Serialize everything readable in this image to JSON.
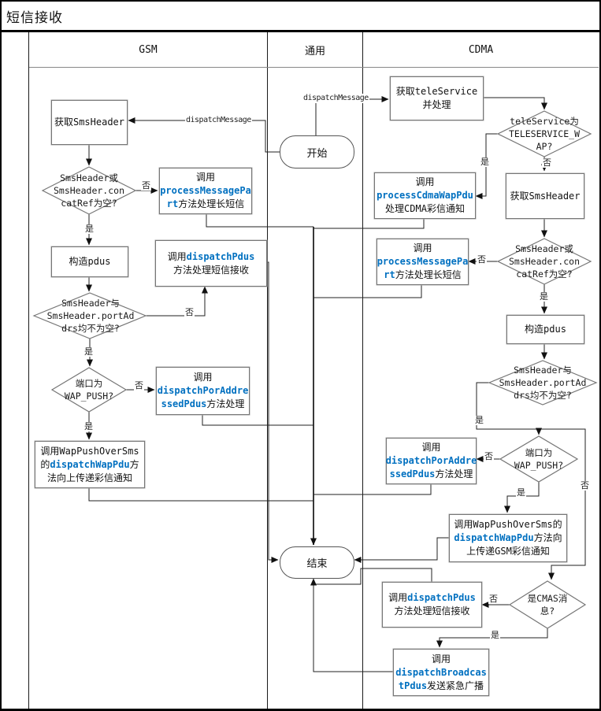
{
  "title": "短信接收",
  "lanes": {
    "gsm": "GSM",
    "common": "通用",
    "cdma": "CDMA"
  },
  "labels": {
    "yes": "是",
    "no": "否",
    "dispatch_message": "dispatchMessage"
  },
  "colors": {
    "code_blue": "#0070C0",
    "shape_border": "#767676",
    "connector": "#1a1a1a"
  },
  "nodes": {
    "start": "开始",
    "end": "结束",
    "gsm": {
      "get_sms_header": "获取SmsHeader",
      "concat_decision": {
        "l1": "SmsHeader或",
        "l2": "SmsHeader.con",
        "l3": "catRef为空?"
      },
      "process_message_part": {
        "l1": "调用",
        "l2_code": "processMessagePa",
        "l3_code": "rt",
        "l3": "方法处理长短信"
      },
      "build_pdus": "构造pdus",
      "dispatch_pdus": {
        "l1_pre": "调用",
        "l1_code": "dispatchPdus",
        "l2": "方法处理短信接收"
      },
      "port_decision": {
        "l1": "SmsHeader与",
        "l2": "SmsHeader.portAd",
        "l3": "drs均不为空?"
      },
      "wap_decision": {
        "l1": "端口为",
        "l2": "WAP_PUSH?"
      },
      "dispatch_por_addressed": {
        "l1": "调用",
        "l2_code": "dispatchPorAddre",
        "l3_code": "ssedPdus",
        "l3": "方法处理"
      },
      "wap_push_over_sms": {
        "l1": "调用WapPushOverSms",
        "l2_pre": "的",
        "l2_code": "dispatchWapPdu",
        "l2_post": "方",
        "l3": "法向上传递彩信通知"
      }
    },
    "cdma": {
      "get_tele_service": {
        "l1": "获取teleService",
        "l2": "并处理"
      },
      "tele_decision": {
        "l1": "teleService为",
        "l2": "TELESERVICE_W",
        "l3": "AP?"
      },
      "process_cdma_wap": {
        "l1": "调用",
        "l2_code": "processCdmaWapPdu",
        "l3": "处理CDMA彩信通知"
      },
      "get_sms_header": "获取SmsHeader",
      "concat_decision": {
        "l1": "SmsHeader或",
        "l2": "SmsHeader.con",
        "l3": "catRef为空?"
      },
      "process_message_part": {
        "l1": "调用",
        "l2_code": "processMessagePa",
        "l3_code": "rt",
        "l3": "方法处理长短信"
      },
      "build_pdus": "构造pdus",
      "port_decision": {
        "l1": "SmsHeader与",
        "l2": "SmsHeader.portAd",
        "l3": "drs均不为空?"
      },
      "wap_decision": {
        "l1": "端口为",
        "l2": "WAP_PUSH?"
      },
      "dispatch_por_addressed": {
        "l1": "调用",
        "l2_code": "dispatchPorAddre",
        "l3_code": "ssedPdus",
        "l3": "方法处理"
      },
      "wap_push_over_sms": {
        "l1": "调用WapPushOverSms的",
        "l2_code": "dispatchWapPdu",
        "l2_post": "方法向",
        "l3": "上传递GSM彩信通知"
      },
      "cmas_decision": {
        "l1": "是CMAS消",
        "l2": "息?"
      },
      "dispatch_pdus": {
        "l1_pre": "调用",
        "l1_code": "dispatchPdus",
        "l2": "方法处理短信接收"
      },
      "dispatch_broadcast": {
        "l1": "调用",
        "l2_code": "dispatchBroadcas",
        "l3_code": "tPdus",
        "l3": "发送紧急广播"
      }
    }
  }
}
